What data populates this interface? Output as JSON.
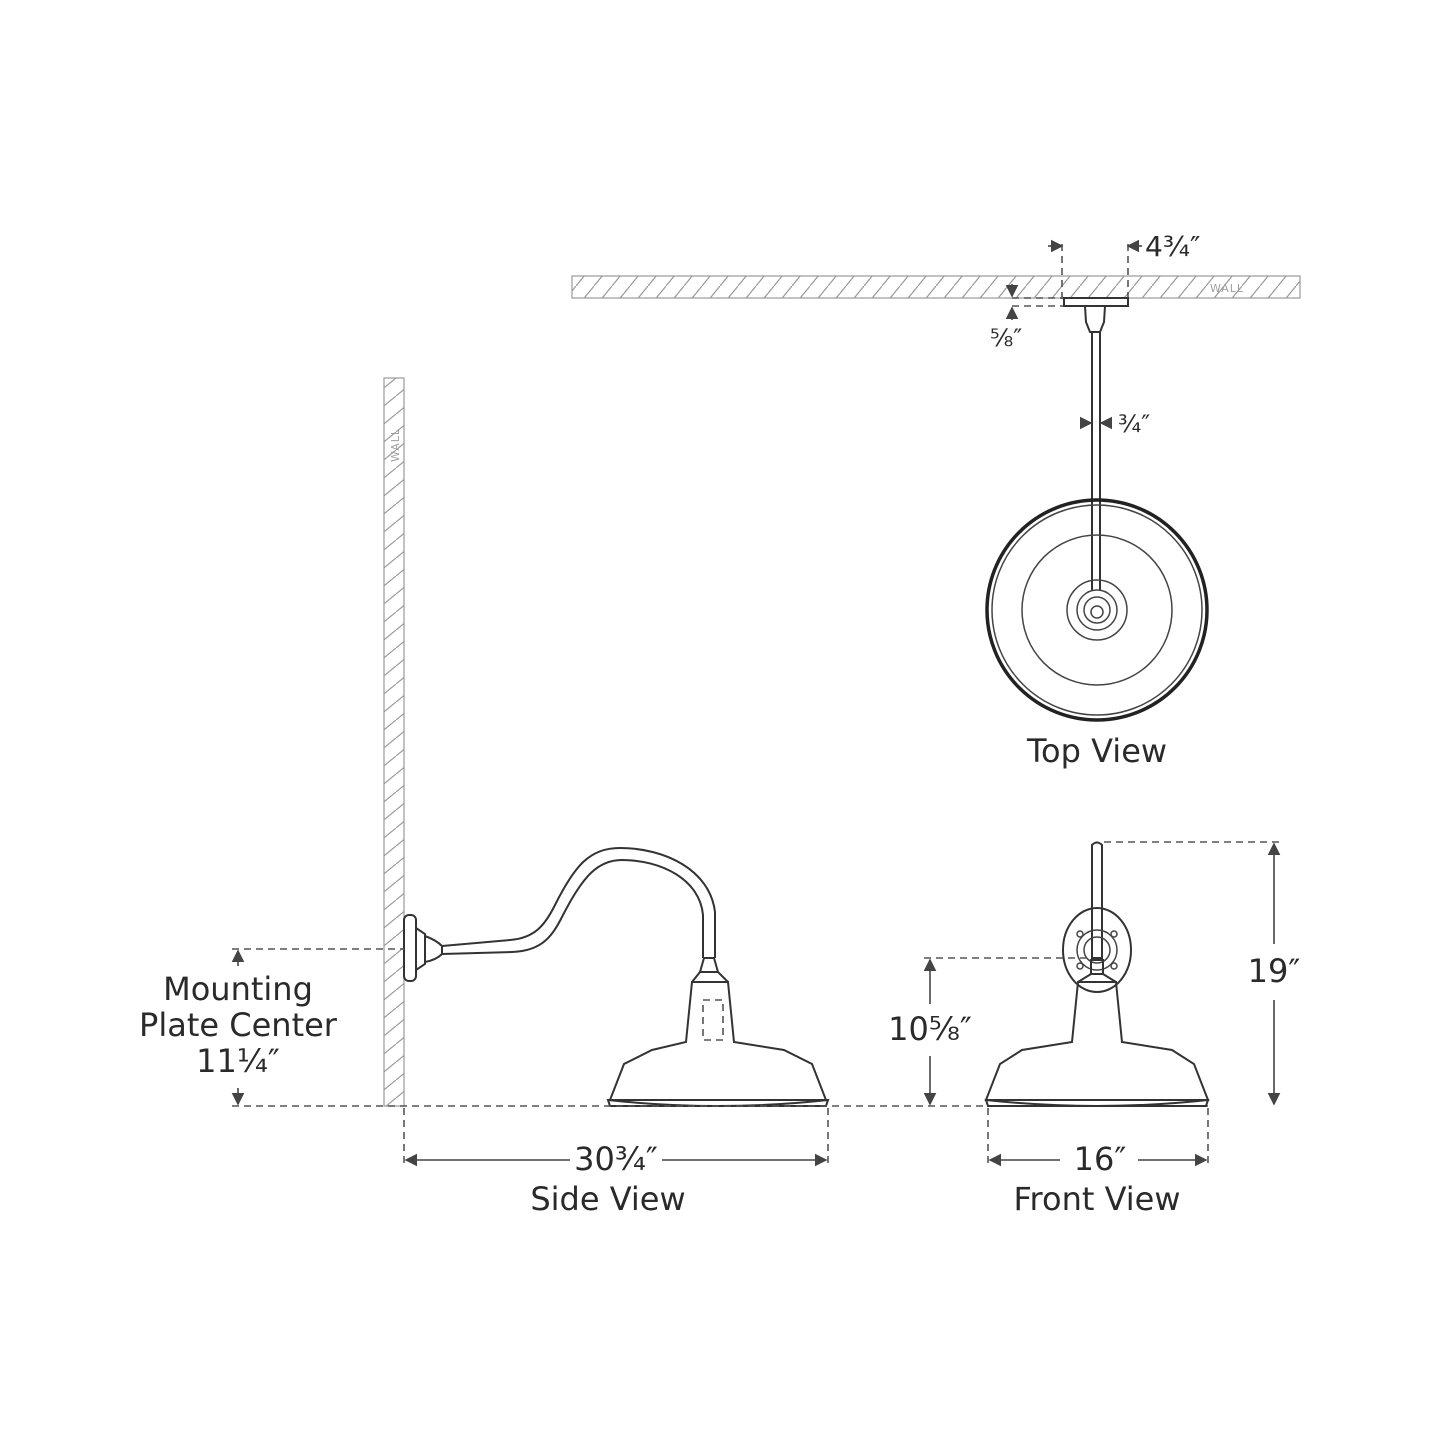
{
  "views": {
    "top": "Top View",
    "side": "Side View",
    "front": "Front View"
  },
  "wall_label": "WALL",
  "dimensions": {
    "plate_width": "4¾″",
    "plate_depth": "⅝″",
    "stem_diameter": "¾″",
    "mounting_line1": "Mounting",
    "mounting_line2": "Plate Center",
    "mounting_value": "11¼″",
    "extension": "30¾″",
    "overall_height": "19″",
    "shade_height": "10⅝″",
    "shade_width": "16″"
  }
}
